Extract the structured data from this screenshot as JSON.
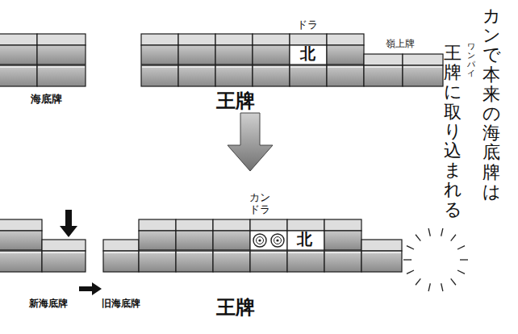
{
  "diagram": {
    "labels": [
      "ドラ",
      "北",
      "嶺上牌",
      "海底牌",
      "王牌",
      "カンで本来の海底牌は",
      "王牌に取り込まれる",
      "ワンパイ",
      "カン ドラ",
      "北",
      "新海底牌",
      "旧海底牌",
      "王牌"
    ]
  }
}
